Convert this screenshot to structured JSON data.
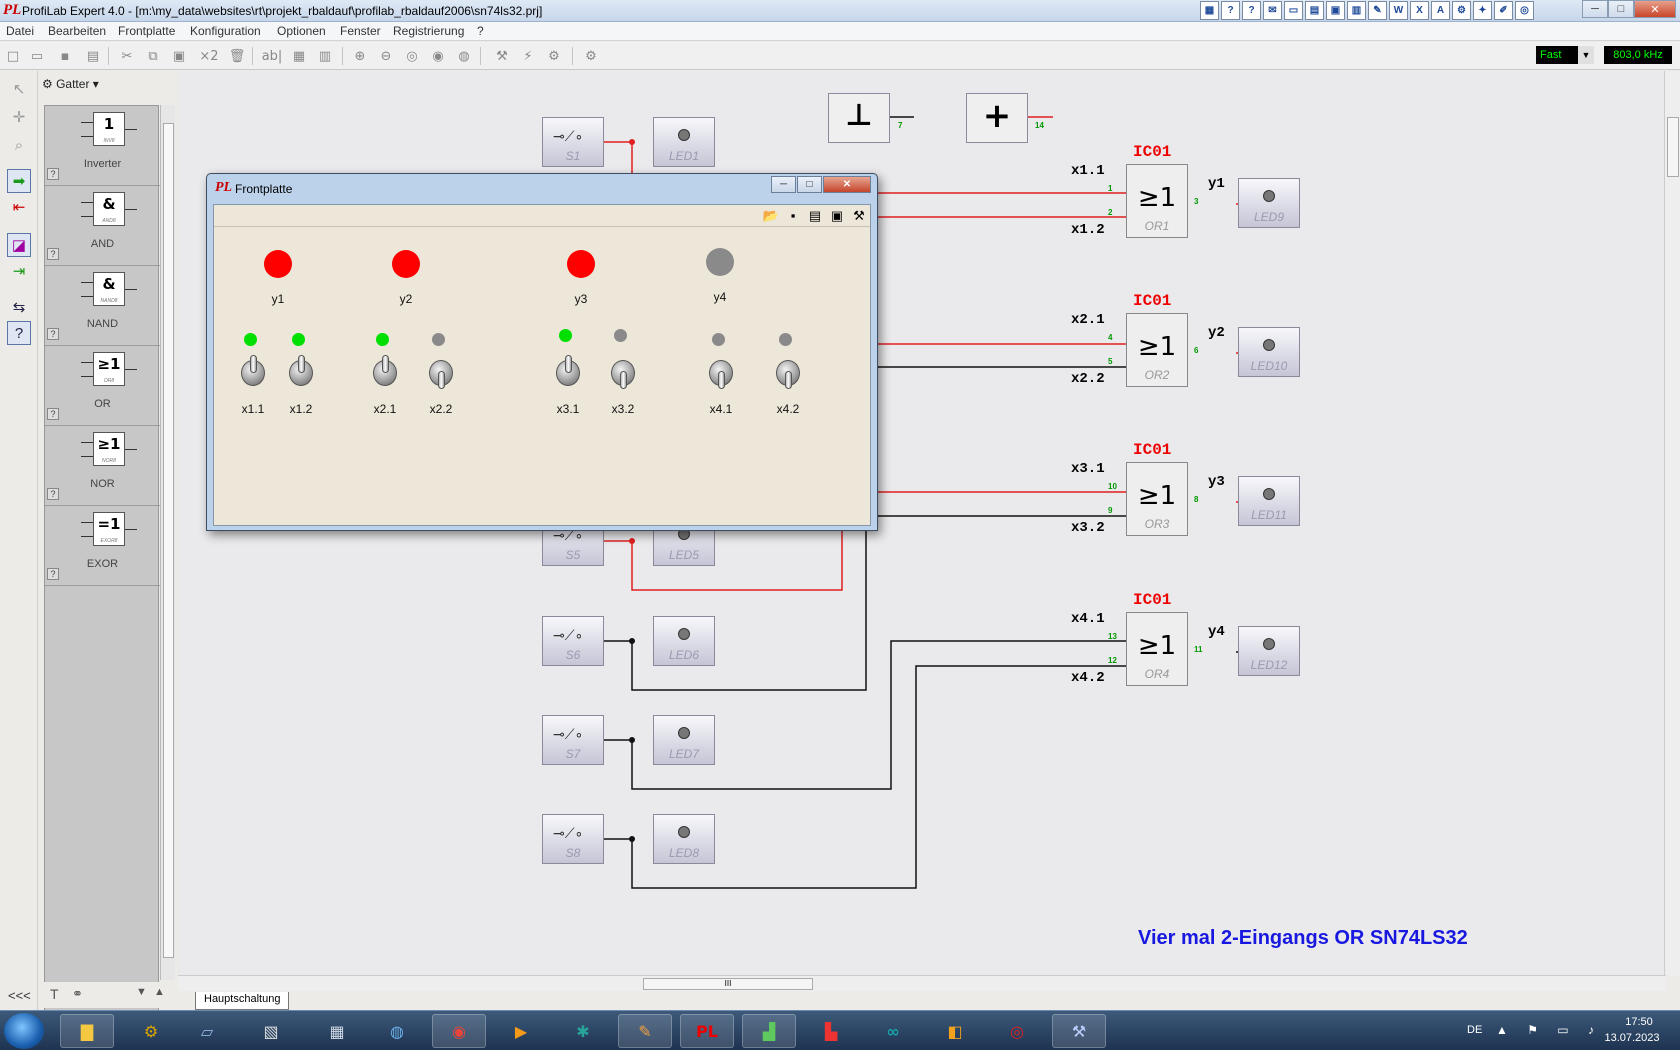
{
  "window": {
    "title": "ProfiLab Expert 4.0 - [m:\\my_data\\websites\\rt\\projekt_rbaldauf\\profilab_rbaldauf2006\\sn74ls32.prj]",
    "app_icon": "PL"
  },
  "menu": [
    "Datei",
    "Bearbeiten",
    "Frontplatte",
    "Konfiguration",
    "Optionen",
    "Fenster",
    "Registrierung",
    "?"
  ],
  "toolbar": {
    "speed": "Fast",
    "frequency": "803,0 kHz",
    "label_x2": "×2",
    "label_ab": "ab|"
  },
  "panel": {
    "category": "Gatter",
    "gates": [
      {
        "symbol": "1",
        "sub": "INV8",
        "label": "Inverter"
      },
      {
        "symbol": "&",
        "sub": "AND8",
        "label": "AND"
      },
      {
        "symbol": "&",
        "sub": "NAND8",
        "label": "NAND"
      },
      {
        "symbol": "≥1",
        "sub": "OR8",
        "label": "OR"
      },
      {
        "symbol": "≥1",
        "sub": "NOR8",
        "label": "NOR"
      },
      {
        "symbol": "=1",
        "sub": "EXOR8",
        "label": "EXOR"
      }
    ],
    "help": "?",
    "collapse": "<<<"
  },
  "canvas": {
    "power": {
      "gnd_symbol": "⊥",
      "gnd_pin": "7",
      "vcc_symbol": "+",
      "vcc_pin": "14"
    },
    "switches": [
      "S1",
      "S5",
      "S6",
      "S7",
      "S8"
    ],
    "leds_left": [
      "LED1",
      "LED5",
      "LED6",
      "LED7",
      "LED8"
    ],
    "gates": [
      {
        "ic": "IC01",
        "in1": "x1.1",
        "in2": "x1.2",
        "out": "y1",
        "pin1": "1",
        "pin2": "2",
        "pout": "3",
        "name": "OR1",
        "led": "LED9"
      },
      {
        "ic": "IC01",
        "in1": "x2.1",
        "in2": "x2.2",
        "out": "y2",
        "pin1": "4",
        "pin2": "5",
        "pout": "6",
        "name": "OR2",
        "led": "LED10"
      },
      {
        "ic": "IC01",
        "in1": "x3.1",
        "in2": "x3.2",
        "out": "y3",
        "pin1": "10",
        "pin2": "9",
        "pout": "8",
        "name": "OR3",
        "led": "LED11"
      },
      {
        "ic": "IC01",
        "in1": "x4.1",
        "in2": "x4.2",
        "out": "y4",
        "pin1": "13",
        "pin2": "12",
        "pout": "11",
        "name": "OR4",
        "led": "LED12"
      }
    ],
    "gate_symbol": "≥1",
    "caption": "Vier mal 2-Eingangs OR SN74LS32",
    "sheet_tab": "Hauptschaltung",
    "hscroll_grip": "III"
  },
  "frontplatte": {
    "title": "Frontplatte",
    "outputs": [
      {
        "label": "y1",
        "on": true
      },
      {
        "label": "y2",
        "on": true
      },
      {
        "label": "y3",
        "on": true
      },
      {
        "label": "y4",
        "on": false
      }
    ],
    "inputs": [
      {
        "label": "x1.1",
        "on": true
      },
      {
        "label": "x1.2",
        "on": true
      },
      {
        "label": "x2.1",
        "on": true
      },
      {
        "label": "x2.2",
        "on": false
      },
      {
        "label": "x3.1",
        "on": true
      },
      {
        "label": "x3.2",
        "on": false
      },
      {
        "label": "x4.1",
        "on": false
      },
      {
        "label": "x4.2",
        "on": false
      }
    ],
    "colors": {
      "led_red": "#ff0000",
      "led_green": "#00e000",
      "led_off": "#8a8a8a"
    }
  },
  "taskbar": {
    "language": "DE",
    "time": "17:50",
    "date": "13.07.2023"
  },
  "colors": {
    "wire_red": "#e02020",
    "wire_black": "#111111",
    "ic_label": "#e00000",
    "caption": "#1818e0"
  }
}
